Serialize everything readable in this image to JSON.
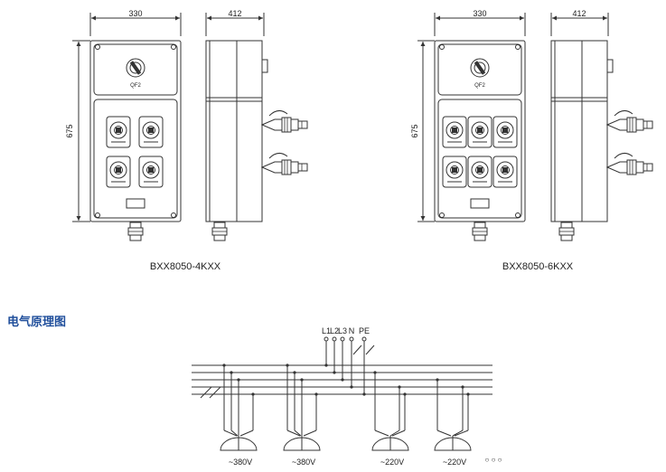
{
  "front_width": "330",
  "side_depth": "412",
  "height": "675",
  "breaker_label": "QF2",
  "model_left": "BXX8050-4KXX",
  "model_right": "BXX8050-6KXX",
  "section_title": "电气原理图",
  "bus_labels": [
    "L1",
    "L2",
    "L3",
    "N",
    "PE"
  ],
  "socket_voltages": [
    "~380V",
    "~380V",
    "~220V",
    "~220V"
  ],
  "ellipsis": "○ ○ ○",
  "colors": {
    "line": "#333333",
    "title": "#1f4e9b"
  }
}
